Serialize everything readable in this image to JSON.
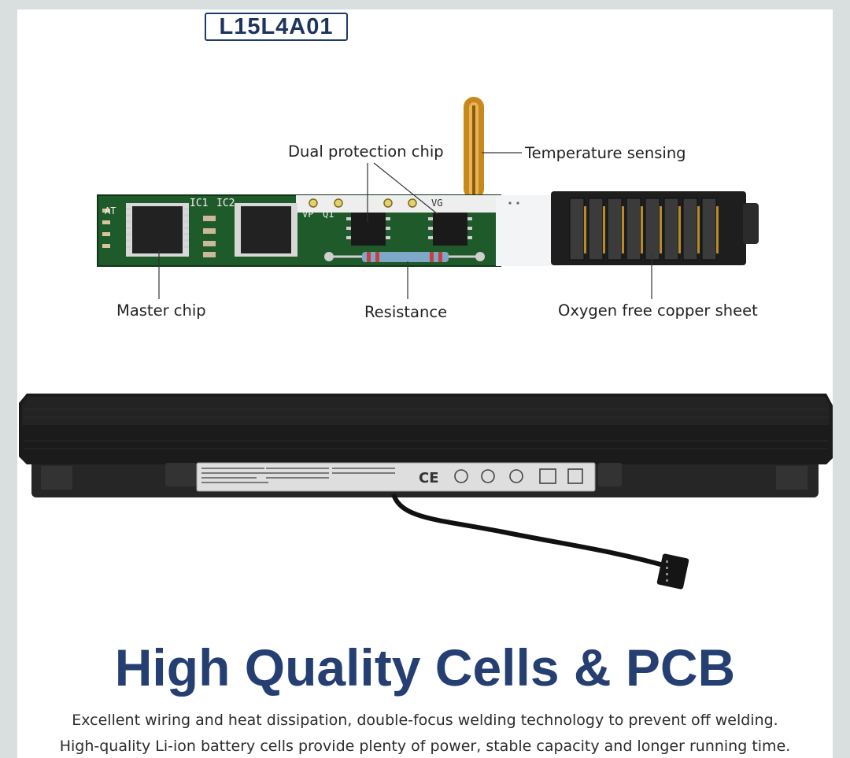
{
  "model_label": "L15L4A01",
  "callouts": {
    "dual_protection_chip": "Dual protection chip",
    "temperature_sensing": "Temperature sensing",
    "master_chip": "Master chip",
    "resistance": "Resistance",
    "oxygen_free_copper_sheet": "Oxygen free copper sheet"
  },
  "pcb_silkscreen": {
    "ic1": "IC1",
    "ic2": "IC2",
    "at": "AT",
    "vp": "VP",
    "q1": "Q1",
    "vg": "VG"
  },
  "headline": "High Quality Cells & PCB",
  "description": [
    "Excellent wiring and heat dissipation, double-focus welding technology to prevent off welding.",
    "High-quality Li-ion battery cells provide plenty of power, stable capacity and longer running time."
  ],
  "colors": {
    "heading_navy": "#253f72",
    "pcb_green": "#1f5a2a",
    "battery_black": "#1c1c1c"
  }
}
